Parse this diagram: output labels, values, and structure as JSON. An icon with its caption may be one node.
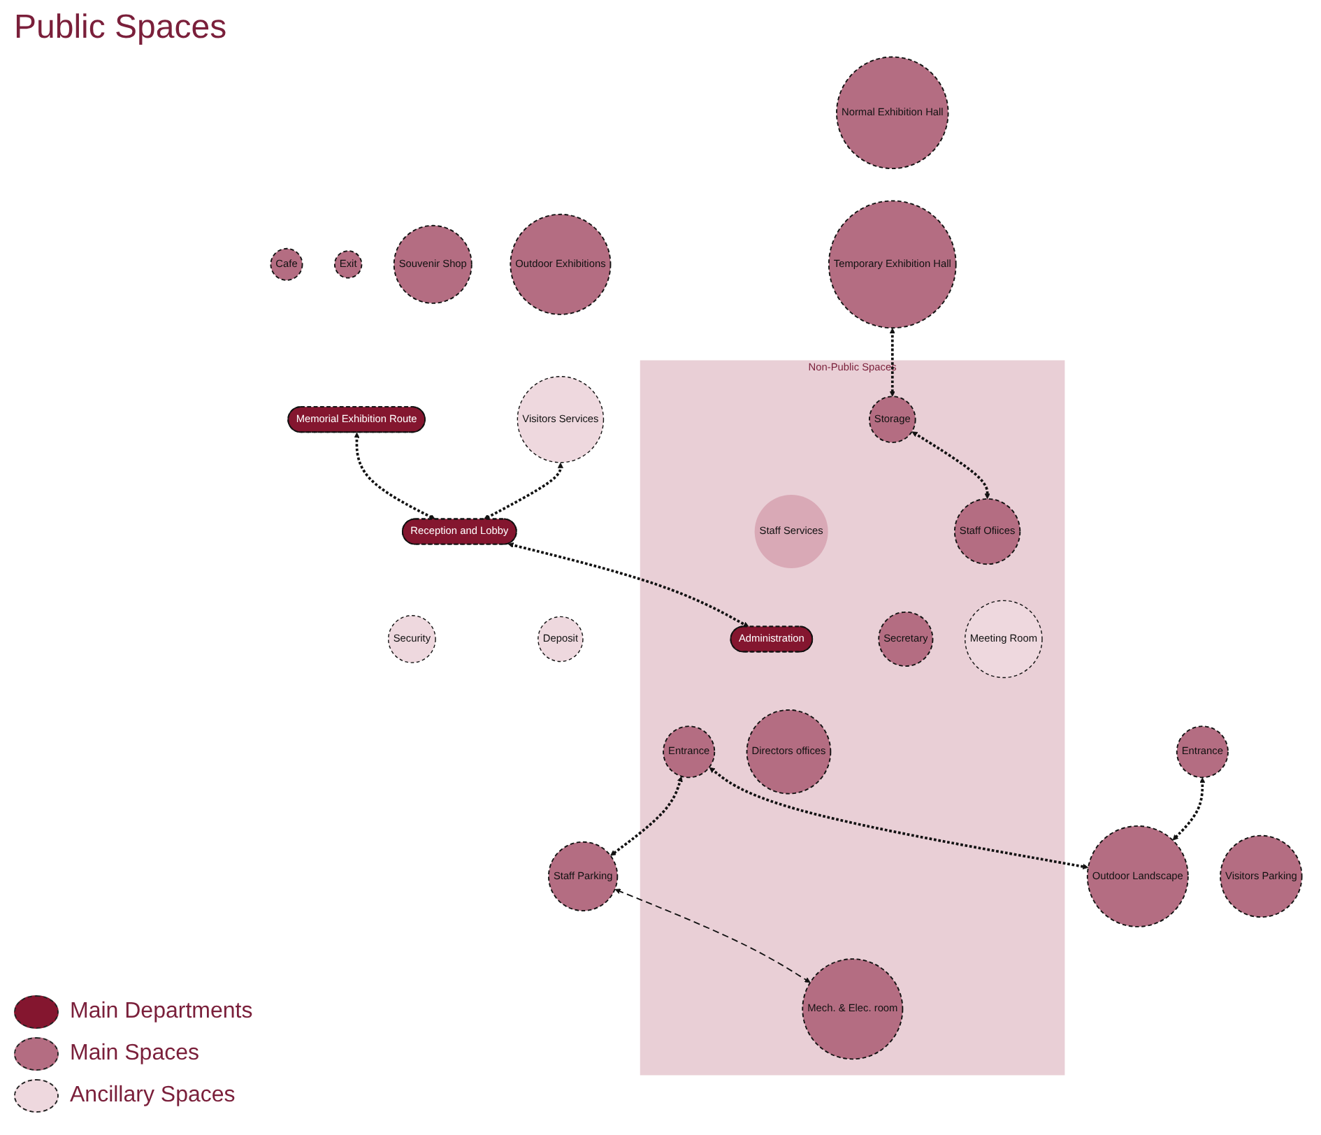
{
  "diagram": {
    "nodes": [
      {
        "text": [
          "Non-Public Spaces"
        ]
      },
      {
        "text": [
          "Cafe"
        ]
      },
      {
        "text": [
          "Exit"
        ]
      },
      {
        "text": [
          "Souvenir Shop"
        ]
      },
      {
        "text": [
          "Outdoor Exhibitions"
        ]
      },
      {
        "text": [
          "Memorial Exhibition Route"
        ]
      },
      {
        "text": [
          "Normal Exhibition Hall"
        ]
      },
      {
        "text": [
          "Temporary Exhibition Hall"
        ]
      },
      {
        "text": [
          "Visitors Services"
        ]
      },
      {
        "text": [
          "Reception and Lobby"
        ]
      },
      {
        "text": [
          "Deposit"
        ]
      },
      {
        "text": [
          "Entrance"
        ]
      },
      {
        "text": [
          "Security"
        ]
      },
      {
        "text": [
          "Outdoor Landscape"
        ]
      },
      {
        "text": [
          "Visitors Parking"
        ]
      },
      {
        "text": [
          "Staff Parking"
        ]
      },
      {
        "text": [
          "Storage"
        ],
        "in": 0
      },
      {
        "text": [
          "Mech. & Elec. room"
        ],
        "in": 0
      },
      {
        "text": [
          "Staff Services"
        ],
        "in": 0
      },
      {
        "text": [
          "Staff Ofiices"
        ],
        "in": 0
      },
      {
        "text": [
          "Meeting Room"
        ],
        "in": 0
      },
      {
        "text": [
          "Administration"
        ],
        "in": 0
      },
      {
        "text": [
          "Secretary"
        ],
        "in": 0
      },
      {
        "text": [
          "Directors offices"
        ],
        "in": 0
      },
      {
        "text": [
          "Entrance"
        ],
        "in": 0
      }
    ],
    "edges": [
      {
        "from": 5,
        "to": 9,
        "arrow": "both"
      },
      {
        "from": 8,
        "to": 9,
        "arrow": "both"
      },
      {
        "from": 9,
        "to": 21,
        "arrow": "both"
      },
      {
        "from": 11,
        "to": 13,
        "arrow": "both"
      },
      {
        "from": 7,
        "to": 16,
        "arrow": "both"
      },
      {
        "from": 16,
        "to": 19,
        "arrow": "both"
      },
      {
        "from": 24,
        "to": 13,
        "arrow": "both"
      },
      {
        "from": 24,
        "to": 15,
        "arrow": "both"
      },
      {
        "from": 15,
        "to": 17,
        "arrow": "both",
        "style": "dashed"
      }
    ],
    "labels": [
      "Public Spaces"
    ],
    "legend": [
      {
        "text": "Main Departments",
        "color": "#84162f"
      },
      {
        "text": "Main Spaces",
        "color": "#b46d82"
      },
      {
        "text": "Ancillary Spaces",
        "color": "#eed8de"
      }
    ]
  }
}
